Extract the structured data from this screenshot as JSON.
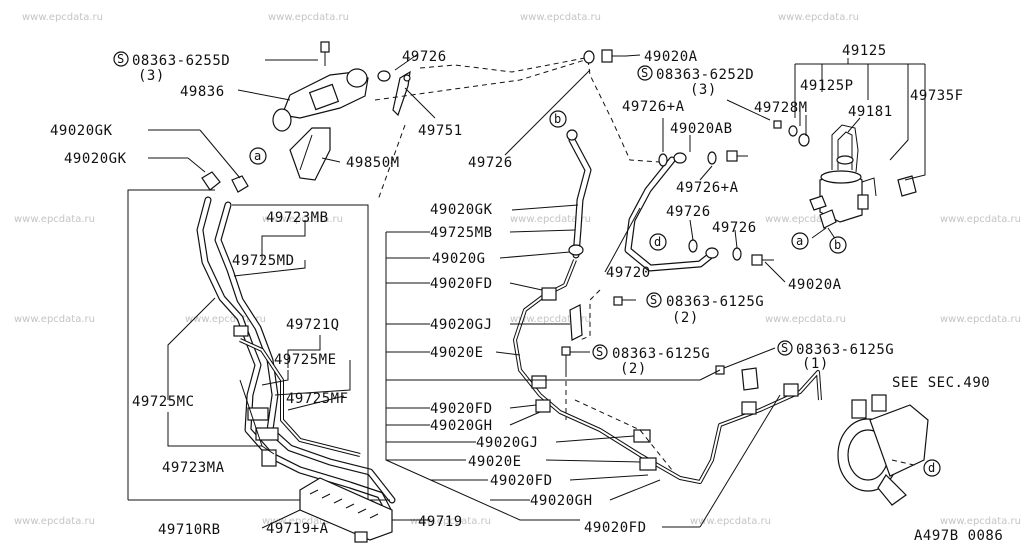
{
  "watermark": "www.epcdata.ru",
  "diagram_code": "A497B 0086",
  "labels": {
    "p08363_6255D": "08363-6255D",
    "q3a": "(3)",
    "p49836": "49836",
    "p49726a": "49726",
    "p49020A_top": "49020A",
    "p49751": "49751",
    "p49020GK_1": "49020GK",
    "p49020GK_2": "49020GK",
    "p49850M": "49850M",
    "p49726b": "49726",
    "p08363_6252D": "08363-6252D",
    "q3b": "(3)",
    "p49125": "49125",
    "p49125P": "49125P",
    "p49728M": "49728M",
    "p49181": "49181",
    "p49735F": "49735F",
    "p49726A_1": "49726+A",
    "p49020AB": "49020AB",
    "p49726A_2": "49726+A",
    "p49726c": "49726",
    "p49726d": "49726",
    "p49020A_mid": "49020A",
    "p49720": "49720",
    "p49723MB": "49723MB",
    "p49725MD": "49725MD",
    "p49721Q": "49721Q",
    "p49725ME": "49725ME",
    "p49725MF": "49725MF",
    "p49725MC": "49725MC",
    "p49723MA": "49723MA",
    "p49710RB": "49710RB",
    "p49719A": "49719+A",
    "p49719": "49719",
    "p49020GK_3": "49020GK",
    "p49725MB": "49725MB",
    "p49020G": "49020G",
    "p49020FD_1": "49020FD",
    "p49020GJ_1": "49020GJ",
    "p49020E_1": "49020E",
    "p49020FD_2": "49020FD",
    "p49020GH_1": "49020GH",
    "p49020GJ_2": "49020GJ",
    "p49020E_2": "49020E",
    "p49020FD_3": "49020FD",
    "p49020GH_2": "49020GH",
    "p49020FD_4": "49020FD",
    "p08363_6125G_a": "08363-6125G",
    "q2a": "(2)",
    "p08363_6125G_b": "08363-6125G",
    "q2b": "(2)",
    "p08363_6125G_c": "08363-6125G",
    "q1": "(1)",
    "see_sec": "SEE SEC.490",
    "circ_a": "a",
    "circ_b": "b",
    "circ_d": "d",
    "s": "S"
  }
}
